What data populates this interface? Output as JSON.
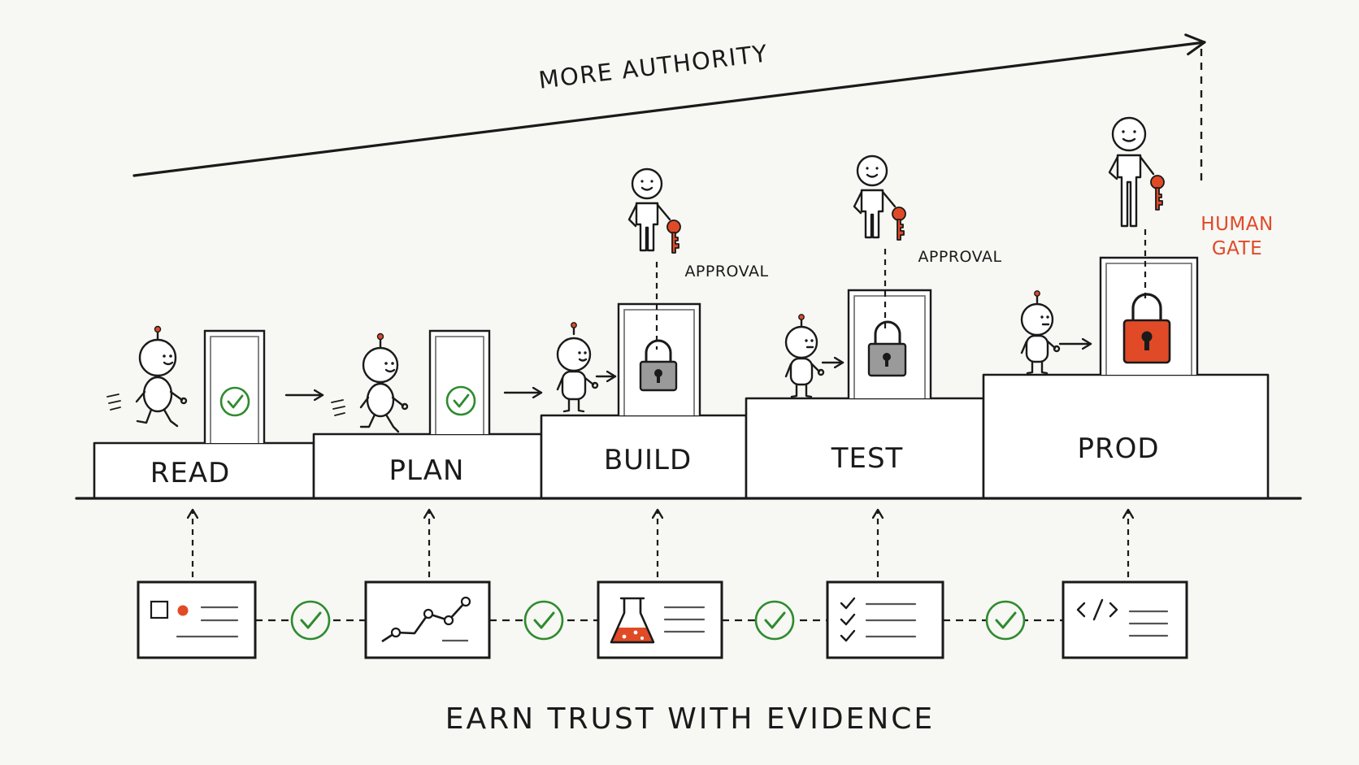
{
  "header": {
    "authority_label": "MORE AUTHORITY"
  },
  "footer": {
    "caption": "EARN TRUST WITH EVIDENCE"
  },
  "steps": [
    {
      "label": "READ",
      "gate": "open"
    },
    {
      "label": "PLAN",
      "gate": "open"
    },
    {
      "label": "BUILD",
      "gate": "locked",
      "note": "APPROVAL"
    },
    {
      "label": "TEST",
      "gate": "locked",
      "note": "APPROVAL"
    },
    {
      "label": "PROD",
      "gate": "locked"
    }
  ],
  "human_gate": {
    "line1": "HUMAN",
    "line2": "GATE"
  },
  "evidence": [
    {
      "icon": "document-card-icon"
    },
    {
      "icon": "trend-chart-icon"
    },
    {
      "icon": "lab-flask-icon"
    },
    {
      "icon": "checklist-icon"
    },
    {
      "icon": "code-icon"
    }
  ],
  "colors": {
    "ink": "#1a1a1a",
    "accent": "#e04a26",
    "check": "#2e8b2e",
    "lock_gray": "#9a9a9a",
    "background": "#f7f7f4"
  }
}
